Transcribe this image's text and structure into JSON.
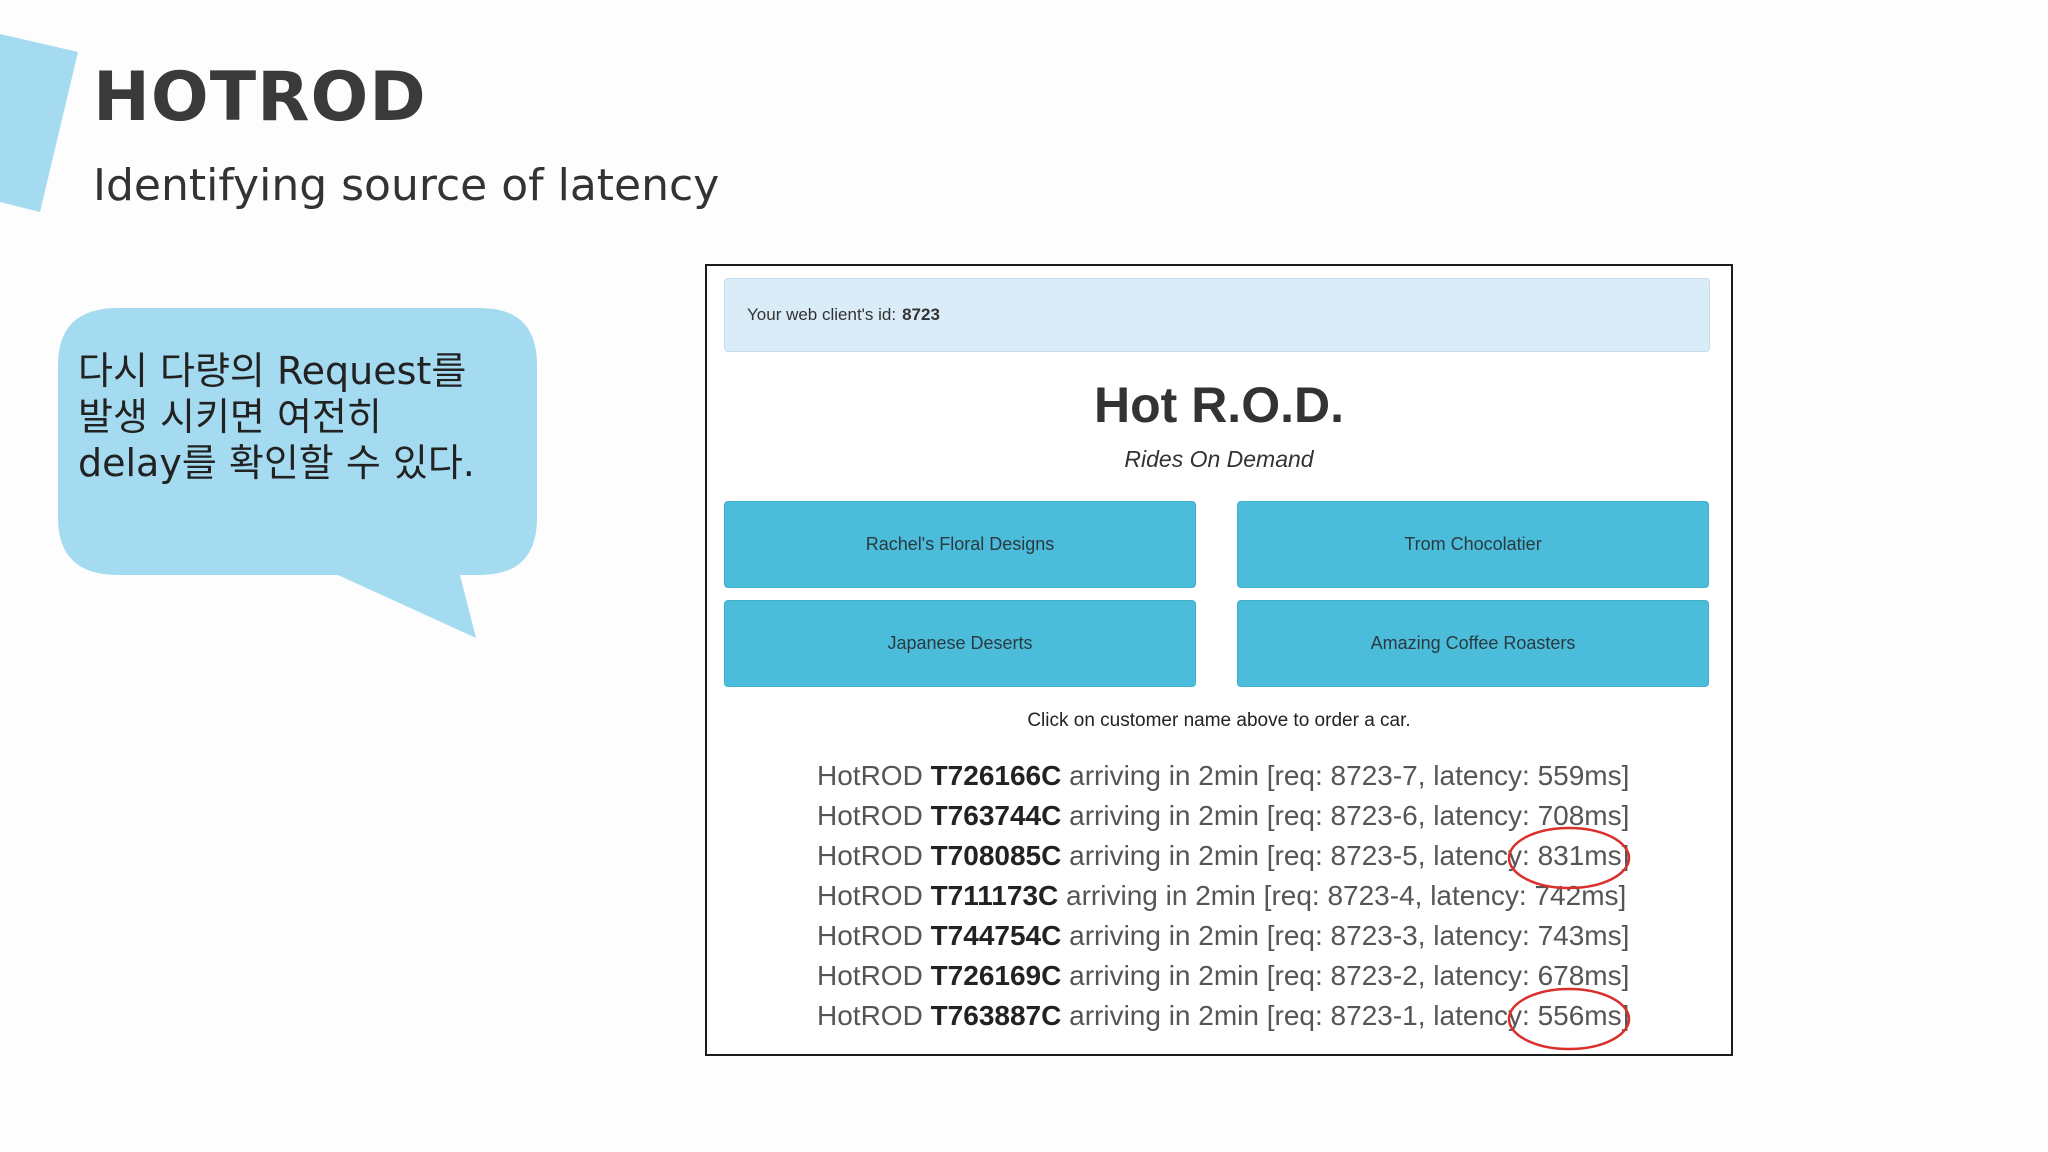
{
  "slide": {
    "title": "HOTROD",
    "subtitle": "Identifying source of  latency",
    "accent_color": "#a5dbf0"
  },
  "bubble": {
    "text_lines": [
      "다시 다량의 Request를",
      "발생 시키면 여전히",
      "delay를 확인할 수 있다."
    ],
    "color": "#a5dbf0"
  },
  "app": {
    "client_label": "Your web client's id:",
    "client_id": "8723",
    "title": "Hot R.O.D.",
    "subtitle": "Rides On Demand",
    "customers": [
      "Rachel's Floral Designs",
      "Trom Chocolatier",
      "Japanese Deserts",
      "Amazing Coffee Roasters"
    ],
    "button_color": "#4bbcd9",
    "instruction": "Click on customer name above to order a car.",
    "log": [
      {
        "prefix": "HotROD",
        "car": "T726166C",
        "middle": "arriving in 2min [req: 8723-7, latency: 559ms]"
      },
      {
        "prefix": "HotROD",
        "car": "T763744C",
        "middle": "arriving in 2min [req: 8723-6, latency: 708ms]"
      },
      {
        "prefix": "HotROD",
        "car": "T708085C",
        "middle": "arriving in 2min [req: 8723-5, latency: 831ms]"
      },
      {
        "prefix": "HotROD",
        "car": "T711173C",
        "middle": "arriving in 2min [req: 8723-4, latency: 742ms]"
      },
      {
        "prefix": "HotROD",
        "car": "T744754C",
        "middle": "arriving in 2min [req: 8723-3, latency: 743ms]"
      },
      {
        "prefix": "HotROD",
        "car": "T726169C",
        "middle": "arriving in 2min [req: 8723-2, latency: 678ms]"
      },
      {
        "prefix": "HotROD",
        "car": "T763887C",
        "middle": "arriving in 2min [req: 8723-1, latency: 556ms]"
      }
    ],
    "highlight_color": "#d9302c"
  }
}
